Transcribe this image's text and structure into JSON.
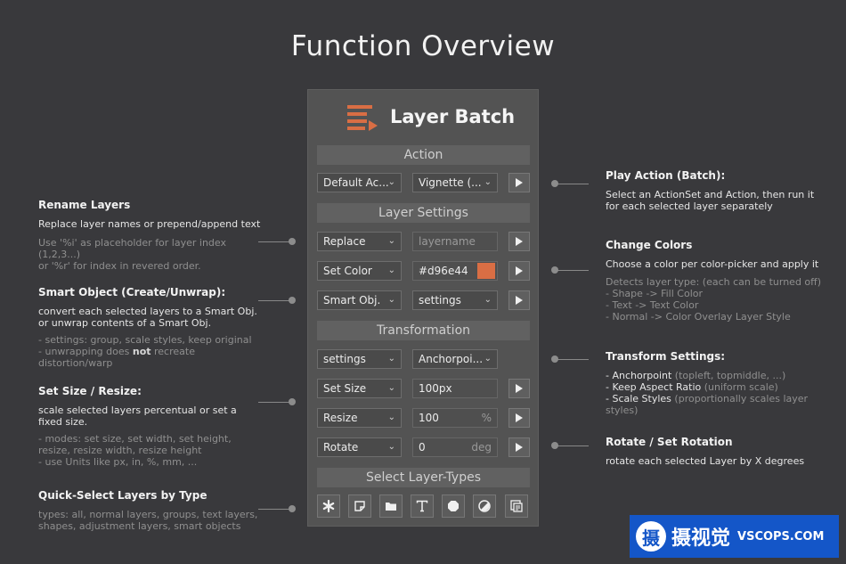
{
  "title": "Function Overview",
  "panel": {
    "title": "Layer Batch",
    "accent_color": "#d96e44",
    "sections": {
      "action": "Action",
      "layer_settings": "Layer Settings",
      "transformation": "Transformation",
      "select_types": "Select Layer-Types"
    },
    "action_row": {
      "action_set": "Default Ac...",
      "action": "Vignette (..."
    },
    "rename_row": {
      "mode": "Replace",
      "placeholder": "layername"
    },
    "color_row": {
      "mode": "Set Color",
      "value": "#d96e44"
    },
    "smart_row": {
      "mode": "Smart Obj.",
      "option": "settings"
    },
    "transform_settings_row": {
      "mode": "settings",
      "anchor": "Anchorpoi..."
    },
    "size_row": {
      "mode": "Set Size",
      "value": "100px"
    },
    "resize_row": {
      "mode": "Resize",
      "value": "100",
      "unit": "%"
    },
    "rotate_row": {
      "mode": "Rotate",
      "value": "0",
      "unit": "deg"
    },
    "layer_type_icons": [
      "all-icon",
      "normal-layer-icon",
      "group-folder-icon",
      "text-layer-icon",
      "shape-layer-icon",
      "adjustment-layer-icon",
      "smart-object-icon"
    ]
  },
  "notes": {
    "rename": {
      "title": "Rename Layers",
      "desc": "Replace layer names or prepend/append text",
      "dim1": "Use '%i' as placeholder for layer index (1,2,3...)",
      "dim2": "or '%r' for index in revered order."
    },
    "smart": {
      "title": "Smart Object (Create/Unwrap):",
      "desc1": "convert each selected layers to a Smart Obj.",
      "desc2": "or unwrap contents of a Smart Obj.",
      "dim1": "- settings: group, scale styles, keep original",
      "dim2a": "- unwrapping does ",
      "dim2b": "not",
      "dim2c": " recreate distortion/warp"
    },
    "size": {
      "title": "Set Size / Resize:",
      "desc1": "scale selected layers percentual or set a",
      "desc2": "fixed size.",
      "dim1": "- modes: set size, set width, set height,",
      "dim2": "resize, resize width, resize height",
      "dim3": "- use Units like px, in, %, mm, ..."
    },
    "quick": {
      "title": "Quick-Select Layers by Type",
      "dim1": "types: all, normal layers, groups, text layers,",
      "dim2": "shapes, adjustment layers, smart objects"
    },
    "play_action": {
      "title": "Play Action (Batch):",
      "desc1": "Select an ActionSet and Action, then run it",
      "desc2": "for each selected layer separately"
    },
    "colors": {
      "title": "Change Colors",
      "desc": "Choose a color per color-picker and apply it",
      "dim1": "Detects layer type: (each can be turned off)",
      "dim2": "- Shape -> Fill Color",
      "dim3": "- Text -> Text Color",
      "dim4": "- Normal -> Color Overlay Layer Style"
    },
    "transform": {
      "title": "Transform Settings:",
      "l1a": "- Anchorpoint ",
      "l1b": "(topleft, topmiddle, ...)",
      "l2a": "- Keep Aspect Ratio ",
      "l2b": "(uniform scale)",
      "l3a": "- Scale Styles ",
      "l3b": "(proportionally scales layer styles)"
    },
    "rotate": {
      "title": "Rotate / Set Rotation",
      "desc": "rotate each selected Layer by X degrees"
    }
  },
  "watermark": {
    "cn": "摄视觉",
    "en": "VSCOPS.COM",
    "glyph": "摄",
    "color": "#1456c8"
  }
}
